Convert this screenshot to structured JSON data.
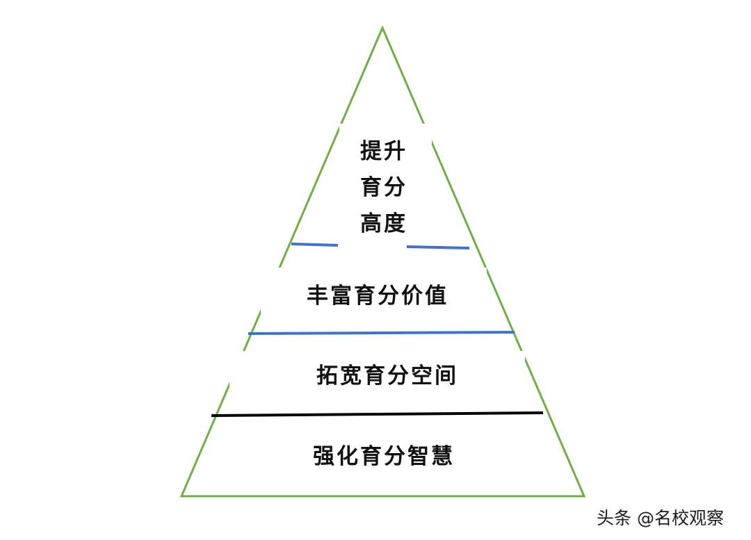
{
  "pyramid": {
    "outline_color": "#70ad47",
    "divider_colors": [
      "#4472c4",
      "#4472c4",
      "#000000"
    ],
    "levels": [
      {
        "lines": [
          "提升",
          "育分",
          "高度"
        ]
      },
      {
        "text": "丰富育分价值"
      },
      {
        "text": "拓宽育分空间"
      },
      {
        "text": "强化育分智慧"
      }
    ]
  },
  "watermark": "头条 @名校观察"
}
